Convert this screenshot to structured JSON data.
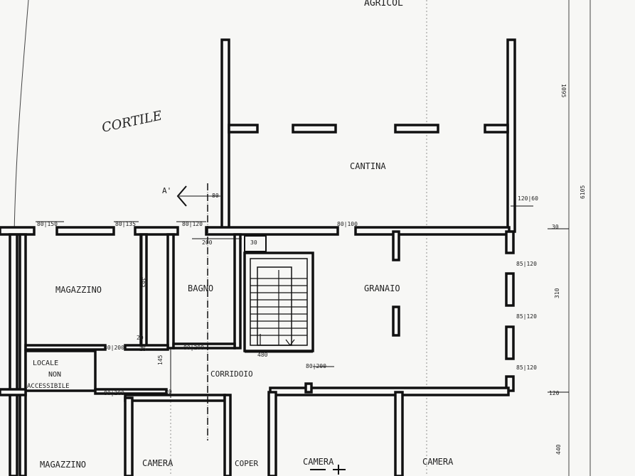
{
  "page_title": "Floor plan sketch",
  "top_label": "AGRICOL",
  "exterior_label": "CORTILE",
  "section_marker": "A'",
  "rooms": {
    "cantina": "CANTINA",
    "magazzino_upper": "MAGAZZINO",
    "bagno": "BAGNO",
    "granaio": "GRANAIO",
    "locale_line1": "LOCALE",
    "locale_line2": "NON",
    "locale_line3": "ACCESSIBILE",
    "corridoio": "CORRIDOIO",
    "magazzino_lower": "MAGAZZINO",
    "camera_1": "CAMERA",
    "camera_2": "CAMERA",
    "camera_3": "CAMERA",
    "coper": "COPER"
  },
  "dimensions": {
    "d1": "80|150",
    "d2": "80|135",
    "d3": "80|120",
    "d4": "200",
    "d5": "30",
    "d6": "80|100",
    "d7": "385",
    "d8": "20",
    "d9": "80|200",
    "d10": "80|200",
    "d11": "480",
    "d12": "145",
    "d13": "80|200",
    "d14": "120|60",
    "d15": "30",
    "d16": "85|120",
    "d17": "85|120",
    "d18": "85|120",
    "d19": "1095",
    "d20": "6105",
    "d21": "310",
    "d22": "120",
    "d23": "440",
    "d24": "80",
    "d25": "80|200",
    "d26": "20",
    "d27": "25"
  }
}
